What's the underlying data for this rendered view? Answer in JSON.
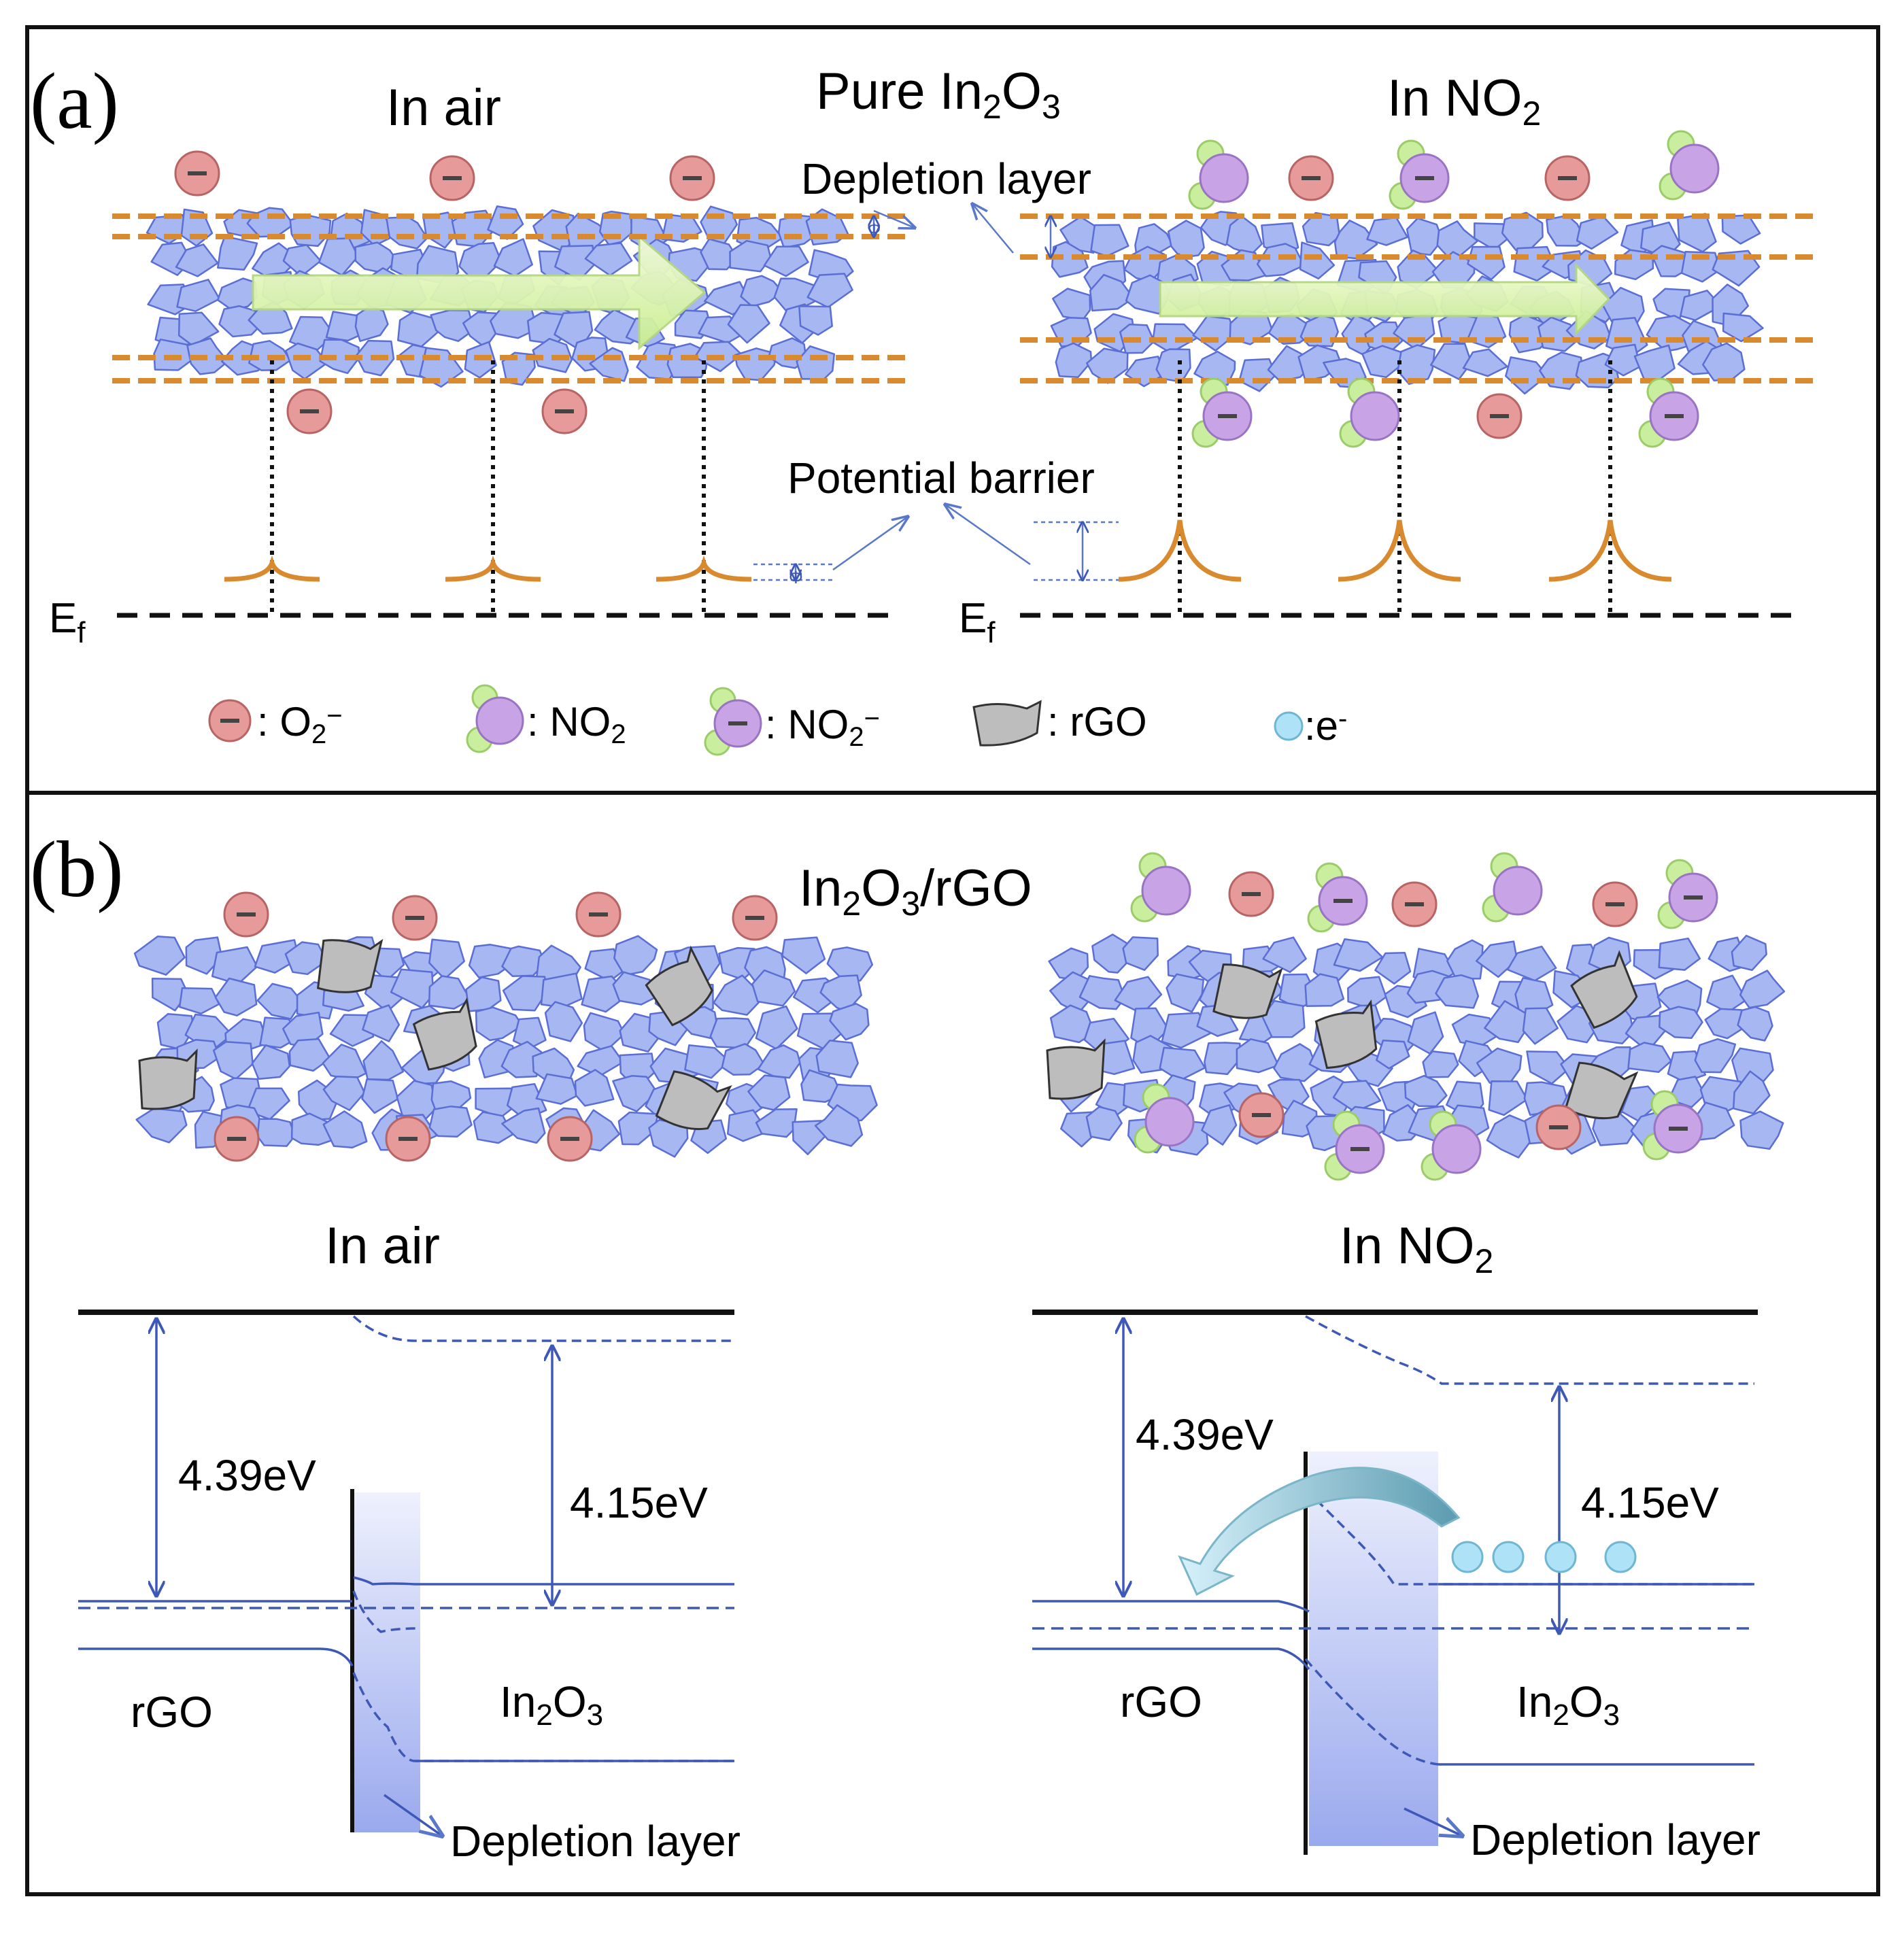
{
  "panel_a": {
    "label": "(a)",
    "title": "Pure In",
    "title_sub1": "2",
    "title_mid": "O",
    "title_sub2": "3",
    "left_heading": "In air",
    "right_heading": "In NO",
    "right_heading_sub": "2",
    "depletion_label": "Depletion layer",
    "barrier_label": "Potential barrier",
    "fermi_base": "E",
    "fermi_sub": "f",
    "phi": "Φ",
    "minus": "−"
  },
  "legend": {
    "o2_text": ": O",
    "o2_sub": "2",
    "o2_sup": "−",
    "no2_text": ": NO",
    "no2_sub": "2",
    "no2m_text": ": NO",
    "no2m_sub": "2",
    "no2m_sup": "−",
    "rgo_text": ": rGO",
    "e_text": ":e",
    "e_sup": "-"
  },
  "panel_b": {
    "label": "(b)",
    "title_a": "In",
    "title_sub1": "2",
    "title_b": "O",
    "title_sub2": "3",
    "title_c": "/rGO",
    "left_heading": "In air",
    "right_heading": "In NO",
    "right_heading_sub": "2",
    "wf_rgo": "4.39eV",
    "wf_in2o3": "4.15eV",
    "rgo_label": "rGO",
    "in2o3_a": "In",
    "in2o3_sub1": "2",
    "in2o3_b": "O",
    "in2o3_sub2": "3",
    "depletion_label": "Depletion layer"
  },
  "colors": {
    "particle_fill": "#a7b7f1",
    "particle_stroke": "#5a6ed6",
    "o2_ion": "#e69a9a",
    "no2_purple": "#c8a4e6",
    "no2_green": "#c9ef9e",
    "rgo_gray": "#bdbdbd",
    "electron": "#aee2f6",
    "arrow_green": "#dff7b6",
    "barrier_orange": "#d98a2e",
    "band_blue": "#3e58b8"
  },
  "icons": {
    "o2_ion": "minus-circle-icon",
    "no2": "molecule-icon",
    "rgo": "sheet-icon",
    "electron": "dot-icon"
  }
}
